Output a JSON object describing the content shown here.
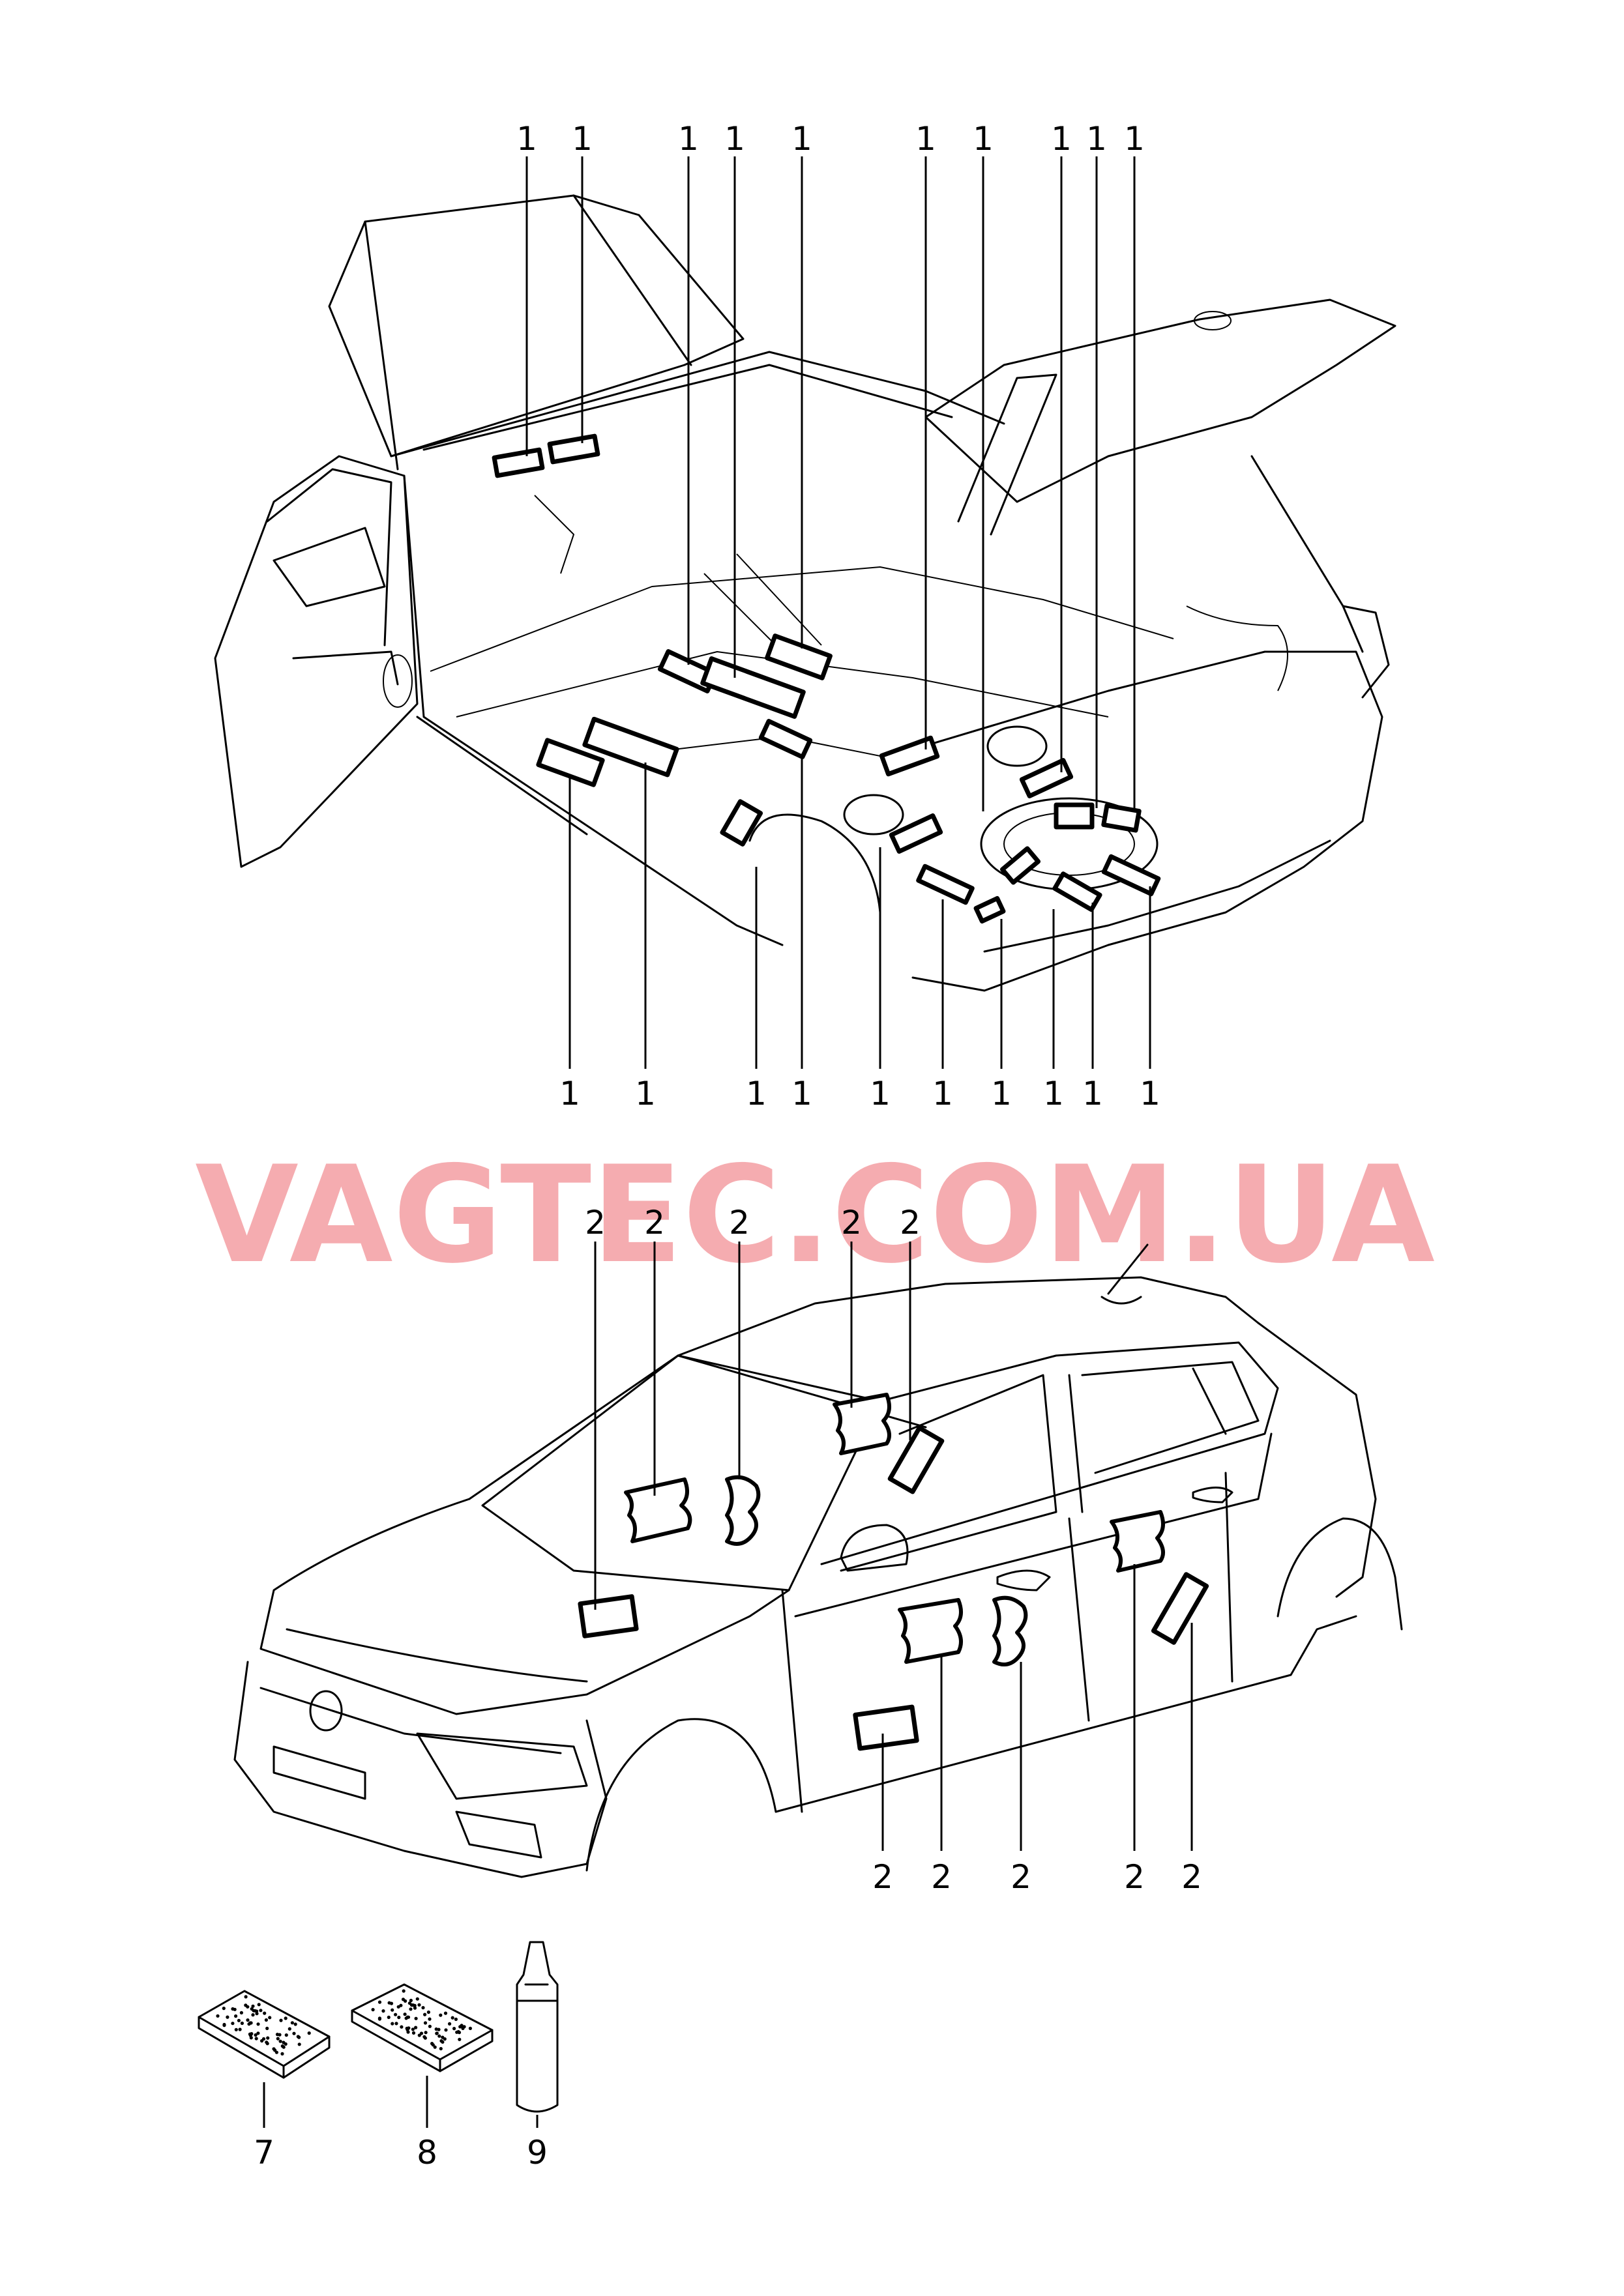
{
  "watermark": "VAGTEC.COM.UA",
  "callouts": {
    "top_labels": [
      "1",
      "1",
      "1",
      "1",
      "1",
      "1",
      "1",
      "1",
      "1",
      "1"
    ],
    "floor_labels": [
      "1",
      "1",
      "1",
      "1",
      "1",
      "1",
      "1",
      "1",
      "1",
      "1"
    ],
    "roof_labels": [
      "2",
      "2",
      "2",
      "2",
      "2"
    ],
    "bottom_labels": [
      "2",
      "2",
      "2",
      "2",
      "2"
    ]
  },
  "parts": {
    "pad_small": "7",
    "pad_large": "8",
    "bottle": "9"
  }
}
